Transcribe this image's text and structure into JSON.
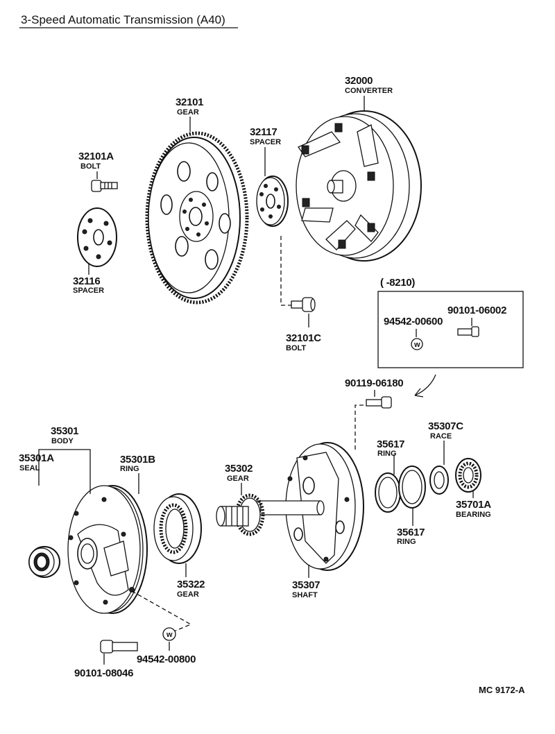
{
  "title": "3-Speed Automatic Transmission (A40)",
  "reference_code": "MC  9172-A",
  "inset_label": "(       -8210)",
  "parts": {
    "p32000": {
      "number": "32000",
      "name": "CONVERTER"
    },
    "p32101": {
      "number": "32101",
      "name": "GEAR"
    },
    "p32101A": {
      "number": "32101A",
      "name": "BOLT"
    },
    "p32116": {
      "number": "32116",
      "name": "SPACER"
    },
    "p32117": {
      "number": "32117",
      "name": "SPACER"
    },
    "p32101C": {
      "number": "32101C",
      "name": "BOLT"
    },
    "p90101_06002": {
      "number": "90101-06002",
      "name": ""
    },
    "p94542_00600": {
      "number": "94542-00600",
      "name": ""
    },
    "p90119_06180": {
      "number": "90119-06180",
      "name": ""
    },
    "p35301": {
      "number": "35301",
      "name": "BODY"
    },
    "p35301A": {
      "number": "35301A",
      "name": "SEAL"
    },
    "p35301B": {
      "number": "35301B",
      "name": "RING"
    },
    "p35302": {
      "number": "35302",
      "name": "GEAR"
    },
    "p35322": {
      "number": "35322",
      "name": "GEAR"
    },
    "p35307": {
      "number": "35307",
      "name": "SHAFT"
    },
    "p35617a": {
      "number": "35617",
      "name": "RING"
    },
    "p35617b": {
      "number": "35617",
      "name": "RING"
    },
    "p35307C": {
      "number": "35307C",
      "name": "RACE"
    },
    "p35701A": {
      "number": "35701A",
      "name": "BEARING"
    },
    "p90101_08046": {
      "number": "90101-08046",
      "name": ""
    },
    "p94542_00800": {
      "number": "94542-00800",
      "name": ""
    }
  }
}
